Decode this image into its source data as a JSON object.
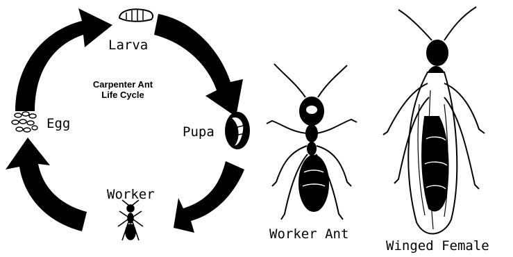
{
  "diagram": {
    "title_lines": [
      "Carpenter Ant",
      "Life Cycle"
    ],
    "stages": {
      "larva": "Larva",
      "pupa": "Pupa",
      "worker": "Worker",
      "egg": "Egg"
    },
    "figures": {
      "worker_ant": "Worker Ant",
      "winged_female": "Winged Female"
    },
    "colors": {
      "ink": "#000000",
      "background": "#ffffff"
    }
  }
}
